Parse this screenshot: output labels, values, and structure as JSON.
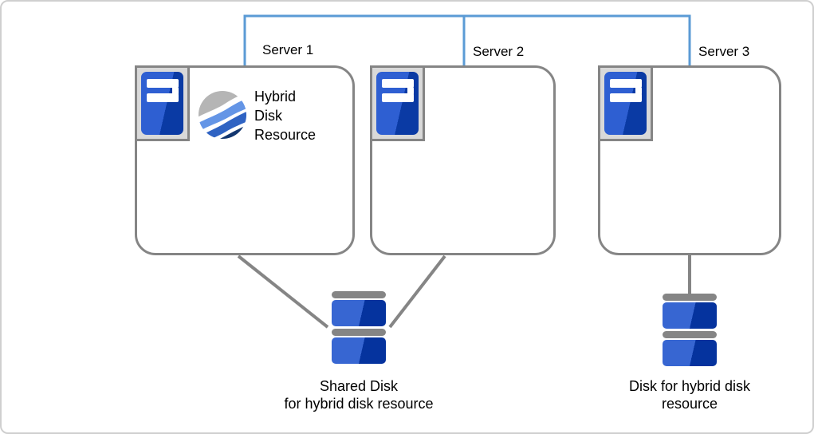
{
  "servers": [
    {
      "label": "Server 1"
    },
    {
      "label": "Server 2"
    },
    {
      "label": "Server 3"
    }
  ],
  "resource_label": "Hybrid\nDisk\nResource",
  "shared_disk_label": "Shared Disk\nfor hybrid disk resource",
  "hybrid_disk_label": "Disk for hybrid disk\nresource",
  "icons": {
    "server": "server-tower-icon",
    "resource": "hybrid-disk-resource-wave-sphere-icon",
    "disk": "disk-drive-icon"
  },
  "colors": {
    "network_line": "#5b9bd5",
    "box_border": "#858585",
    "connector": "#858585",
    "icon_frame_fill": "#d9d9d9",
    "server_blue_light": "#2e5fd2",
    "server_blue_dark": "#0a3aa4",
    "disk_blue_light": "#3766d2",
    "disk_blue_dark": "#05339e",
    "logo_gray": "#b5b5b5",
    "logo_light_blue": "#6495e6",
    "logo_royal_blue": "#2f63c3",
    "logo_navy": "#12366f",
    "text": "#000000"
  }
}
